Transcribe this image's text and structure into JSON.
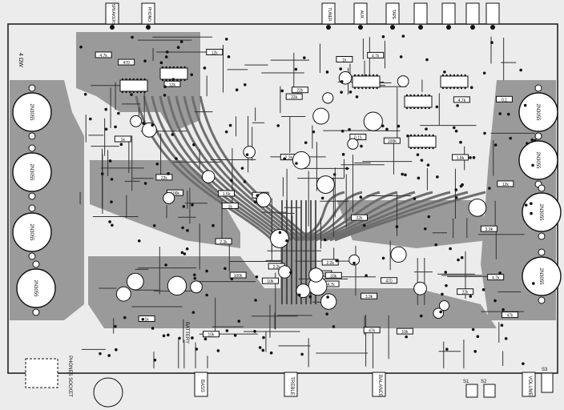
{
  "colors": {
    "paper": "#ececec",
    "copper": "#8c8c8c",
    "copper_light": "#b4b4b4",
    "ink": "#111111"
  },
  "top_connectors": [
    {
      "label": "SPEAKERS"
    },
    {
      "label": "PHONO"
    },
    {
      "label": "TUNER"
    },
    {
      "label": "AUX"
    },
    {
      "label": "TAPE"
    }
  ],
  "panel_labels": {
    "phones_socket": "PHONES SOCKET",
    "bass": "BASS",
    "treble": "TREBLE",
    "balance": "BALANCE",
    "volume": "VOLUME",
    "battery": "BATTERY",
    "ref_s1": "S1",
    "ref_s2": "S2",
    "ref_s3": "S3",
    "corner_mark": "4 ΩW"
  },
  "transistor_labels": [
    "2N3055",
    "2N3055",
    "2N3055",
    "2N3055",
    "2N3055",
    "2N3055",
    "2N3055",
    "2N3055"
  ],
  "component_values": [
    "22k",
    "4.7k",
    "2.2k",
    "1k",
    "470",
    "100k",
    "10k",
    "47k",
    "12k",
    "3.9k",
    "22k",
    "1.5k",
    "4.7k",
    "33k",
    "2.2k",
    "1k",
    "22k",
    "4.7k",
    "100k",
    "12k",
    "0.1",
    "47k",
    "2.2k",
    "470",
    "10k",
    "1.8k",
    "22k",
    "3.9k",
    "1k",
    "4.7k",
    "33k",
    "12k",
    "0.15",
    "22k",
    "100k",
    "4.7k",
    "2.2k",
    "10k",
    "1k",
    "47k"
  ]
}
